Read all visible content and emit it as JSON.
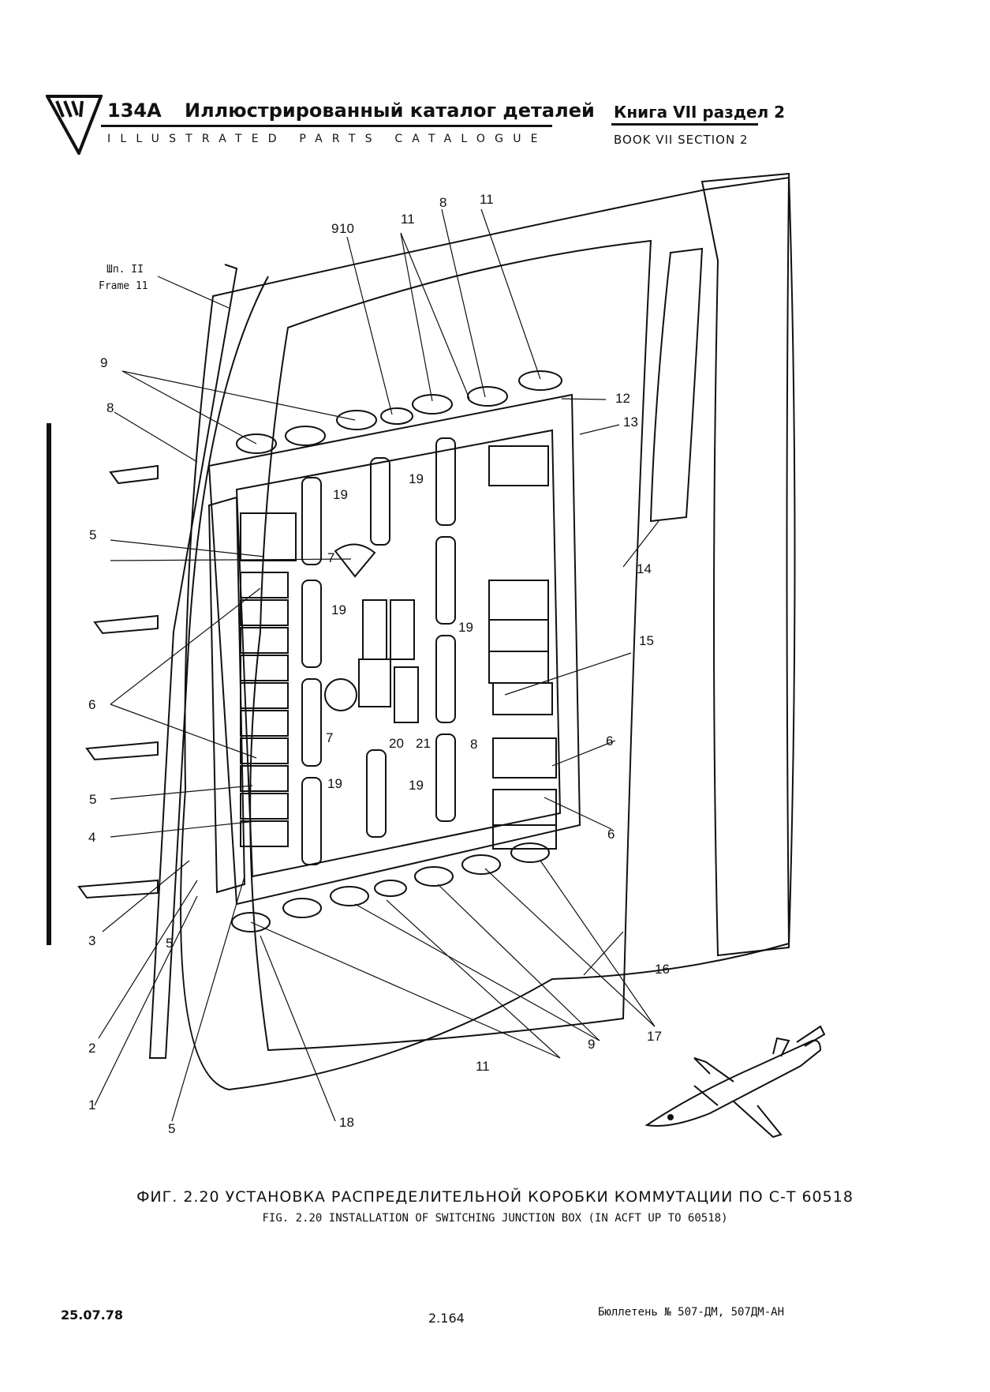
{
  "header": {
    "model": "134А",
    "title_ru": "Иллюстрированный каталог деталей",
    "title_en": "ILLUSTRATED PARTS CATALOGUE",
    "book_ru": "Книга VII раздел 2",
    "book_en": "BOOK VII SECTION 2"
  },
  "figure": {
    "frame_label_ru": "Шп. II",
    "frame_label_en": "Frame 11",
    "callouts": [
      "1",
      "2",
      "3",
      "4",
      "5",
      "5",
      "5",
      "5",
      "6",
      "6",
      "6",
      "7",
      "7",
      "8",
      "8",
      "8",
      "9",
      "9",
      "9",
      "10",
      "11",
      "11",
      "11",
      "12",
      "13",
      "14",
      "15",
      "16",
      "17",
      "18",
      "19",
      "19",
      "19",
      "19",
      "19",
      "19",
      "20",
      "21"
    ]
  },
  "caption": {
    "ru": "ФИГ. 2.20 УСТАНОВКА РАСПРЕДЕЛИТЕЛЬНОЙ КОРОБКИ КОММУТАЦИИ ПО С-Т 60518",
    "en": "FIG. 2.20 INSTALLATION OF SWITCHING JUNCTION BOX (IN ACFT UP TO 60518)"
  },
  "footer": {
    "date": "25.07.78",
    "page": "2.164",
    "bulletin": "Бюллетень № 507-ДМ, 507ДМ-АН"
  }
}
